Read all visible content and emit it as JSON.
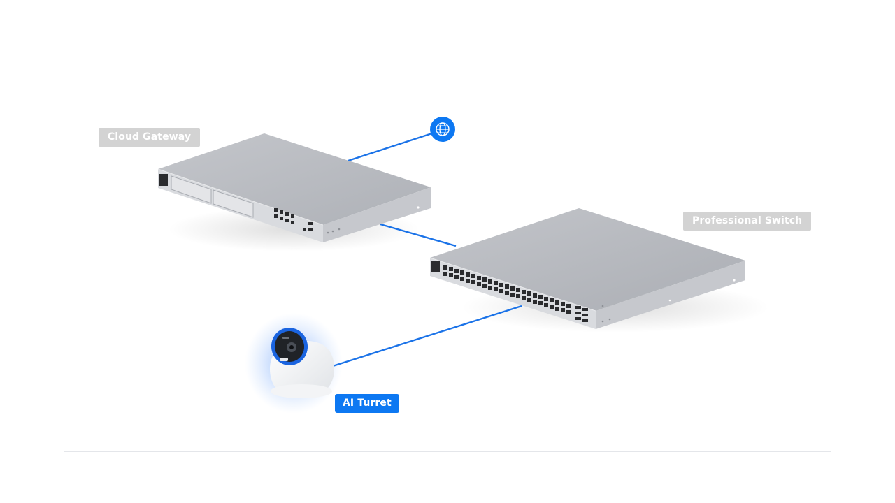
{
  "labels": {
    "cloud_gateway": "Cloud Gateway",
    "professional_switch": "Professional Switch",
    "ai_turret": "AI Turret"
  },
  "icons": {
    "internet": "globe-icon"
  },
  "colors": {
    "accent": "#0d78f2",
    "link_line": "#1b73e8",
    "device_label_bg": "#d3d3d3",
    "device_body": "#b9bcc2",
    "background": "#ffffff"
  }
}
